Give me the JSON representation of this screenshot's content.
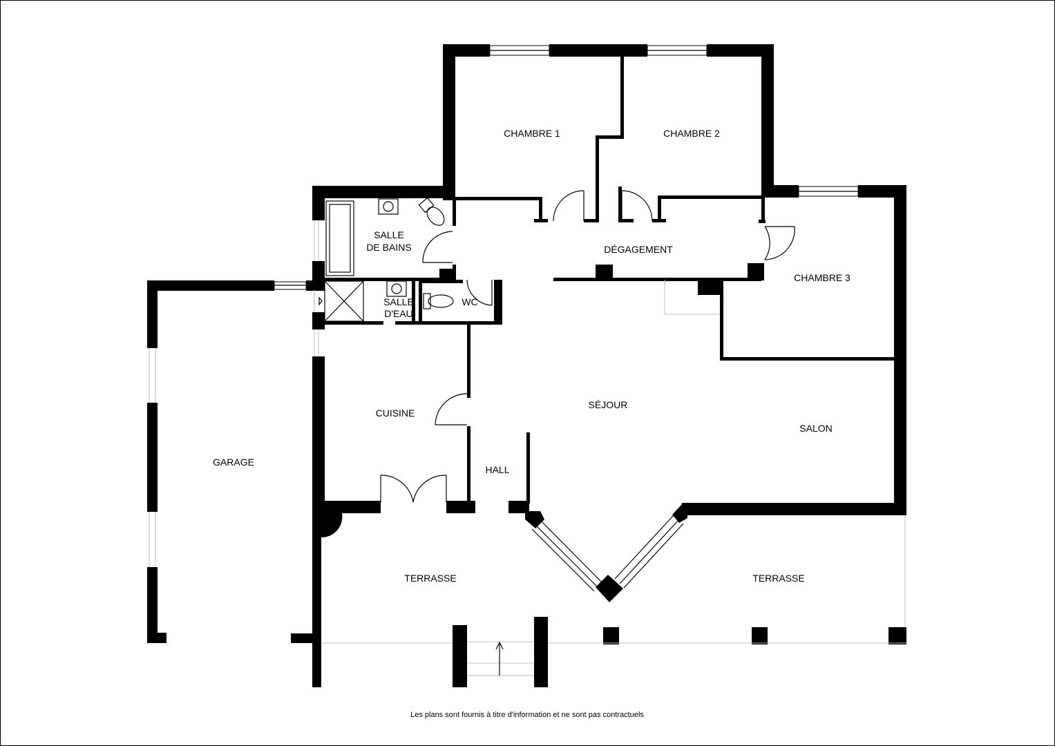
{
  "plan": {
    "rooms": {
      "chambre1": "CHAMBRE 1",
      "chambre2": "CHAMBRE 2",
      "chambre3": "CHAMBRE 3",
      "salle_de_bains_1": "SALLE",
      "salle_de_bains_2": "DE BAINS",
      "degagement": "DÉGAGEMENT",
      "salle_deau_1": "SALLE",
      "salle_deau_2": "D'EAU",
      "wc": "WC",
      "cuisine": "CUISINE",
      "sejour": "SÉJOUR",
      "salon": "SALON",
      "hall": "HALL",
      "garage": "GARAGE",
      "terrasse_left": "TERRASSE",
      "terrasse_right": "TERRASSE"
    },
    "disclaimer": "Les plans sont fournis à titre d'information et ne sont pas contractuels"
  }
}
